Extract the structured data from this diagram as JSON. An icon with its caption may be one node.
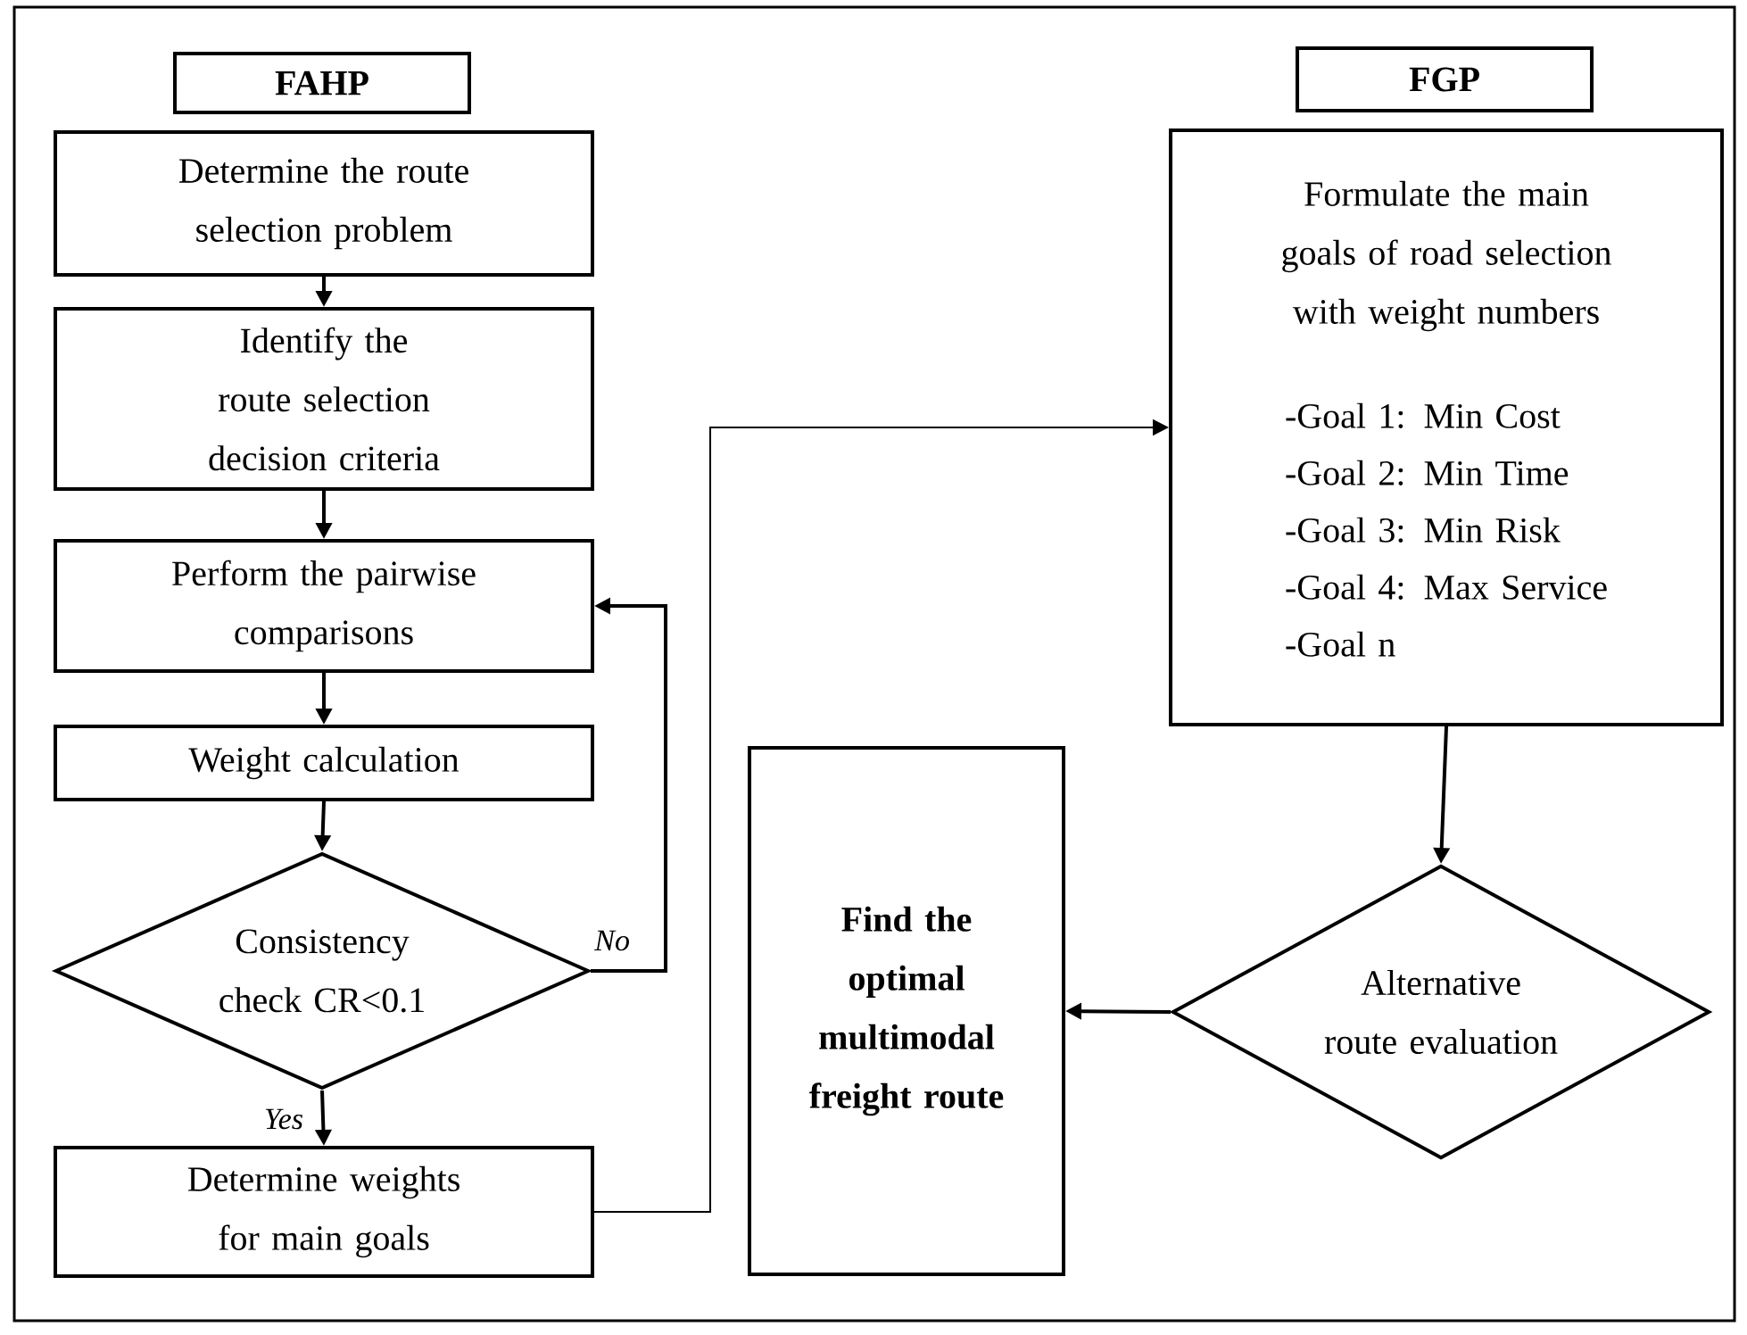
{
  "diagram": {
    "nodes": [
      {
        "text": [
          "FAHP"
        ]
      },
      {
        "text": [
          "Determine the route selection problem"
        ]
      },
      {
        "text": [
          "Identify the route selection decision criteria"
        ]
      },
      {
        "text": [
          "Perform the pairwise comparisons"
        ]
      },
      {
        "text": [
          "Weight calculation"
        ]
      },
      {
        "text": [
          "Consistency check CR<0.1"
        ]
      },
      {
        "text": [
          "Determine weights for main goals"
        ]
      },
      {
        "text": [
          "FGP"
        ]
      },
      {
        "text": [
          "Formulate the main goals of road selection with weight numbers",
          "-Goal 1: Min Cost",
          "-Goal 2: Min Time",
          "-Goal 3: Min Risk",
          "-Goal 4: Max Service",
          "-Goal n"
        ]
      },
      {
        "text": [
          "Find the optimal multimodal freight route"
        ]
      },
      {
        "text": [
          "Alternative route evaluation"
        ]
      }
    ],
    "edges": [
      {
        "from": 1,
        "to": 2,
        "arrow": "to"
      },
      {
        "from": 2,
        "to": 3,
        "arrow": "to"
      },
      {
        "from": 3,
        "to": 4,
        "arrow": "to"
      },
      {
        "from": 4,
        "to": 5,
        "arrow": "to"
      },
      {
        "from": 5,
        "to": 3,
        "arrow": "to",
        "label": "No"
      },
      {
        "from": 5,
        "to": 6,
        "arrow": "to",
        "label": "Yes"
      },
      {
        "from": 6,
        "to": 8,
        "arrow": "to"
      },
      {
        "from": 8,
        "to": 10,
        "arrow": "to"
      },
      {
        "from": 10,
        "to": 9,
        "arrow": "to"
      }
    ]
  }
}
